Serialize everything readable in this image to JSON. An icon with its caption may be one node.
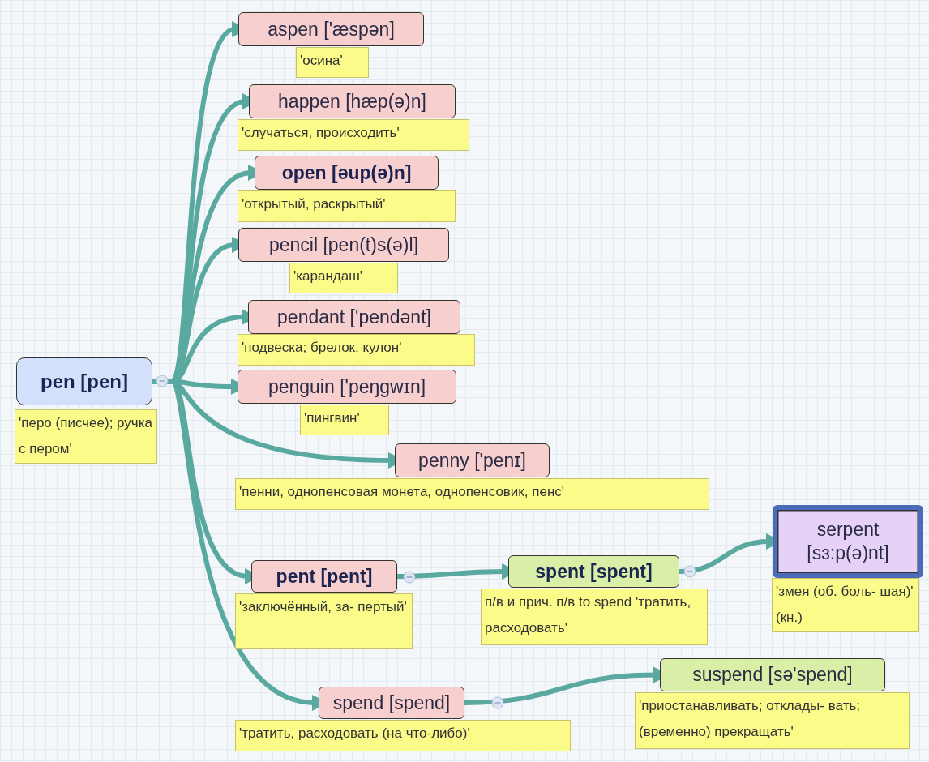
{
  "diagram": {
    "nodes": [
      {
        "text": [
          "pen [pen]"
        ],
        "beside": [
          "'перо (писчее); ручка с пером'"
        ]
      },
      {
        "text": [
          "aspen ['æspən]"
        ],
        "beside": [
          "'осина'"
        ]
      },
      {
        "text": [
          "happen [hæp(ə)n]"
        ],
        "beside": [
          "'случаться, происходить'"
        ]
      },
      {
        "text": [
          "open [əup(ə)n]"
        ],
        "beside": [
          "'открытый, раскрытый'"
        ]
      },
      {
        "text": [
          "pencil [pen(t)s(ə)l]"
        ],
        "beside": [
          "'карандаш'"
        ]
      },
      {
        "text": [
          "pendant ['pendənt]"
        ],
        "beside": [
          "'подвеска; брелок, кулон'"
        ]
      },
      {
        "text": [
          "penguin ['peŋgwɪn]"
        ],
        "beside": [
          "'пингвин'"
        ]
      },
      {
        "text": [
          "penny ['penɪ]"
        ],
        "beside": [
          "'пенни, однопенсовая монета, однопенсовик, пенс'"
        ]
      },
      {
        "text": [
          "pent [pent]"
        ],
        "beside": [
          "'заключённый, за- пертый'"
        ]
      },
      {
        "text": [
          "spent [spent]"
        ],
        "beside": [
          "п/в и прич. п/в to spend 'тратить, расходовать'"
        ]
      },
      {
        "text": [
          "serpent [sɜ:p(ə)nt]"
        ],
        "beside": [
          "'змея (об. боль- шая)' (кн.)"
        ]
      },
      {
        "text": [
          "spend [spend]"
        ],
        "beside": [
          "'тратить, расходовать (на что-либо)'"
        ]
      },
      {
        "text": [
          "suspend [sə'spend]"
        ],
        "beside": [
          "'приостанавливать; отклады- вать; (временно) прекращать'"
        ]
      }
    ],
    "edges": [
      {
        "from": 0,
        "to": 1,
        "arrow": "to"
      },
      {
        "from": 0,
        "to": 2,
        "arrow": "to"
      },
      {
        "from": 0,
        "to": 3,
        "arrow": "to"
      },
      {
        "from": 0,
        "to": 4,
        "arrow": "to"
      },
      {
        "from": 0,
        "to": 5,
        "arrow": "to"
      },
      {
        "from": 0,
        "to": 6,
        "arrow": "to"
      },
      {
        "from": 0,
        "to": 7,
        "arrow": "to"
      },
      {
        "from": 0,
        "to": 8,
        "arrow": "to"
      },
      {
        "from": 0,
        "to": 11,
        "arrow": "to"
      },
      {
        "from": 8,
        "to": 9,
        "arrow": "to"
      },
      {
        "from": 9,
        "to": 10,
        "arrow": "to"
      },
      {
        "from": 11,
        "to": 12,
        "arrow": "to"
      }
    ]
  }
}
